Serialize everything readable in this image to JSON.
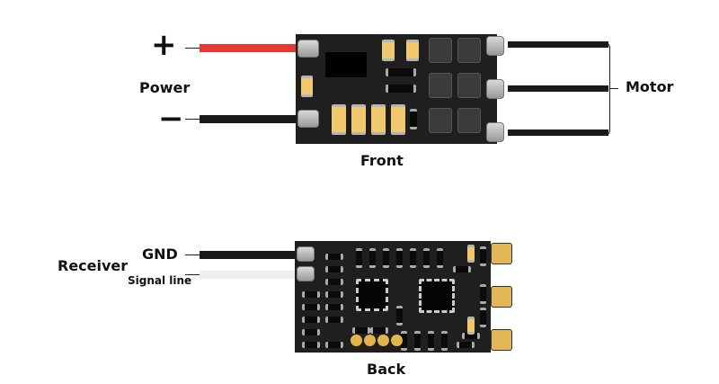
{
  "front": {
    "caption": "Front",
    "power_label": "Power",
    "plus_symbol": "+",
    "minus_symbol": "−",
    "motor_label": "Motor",
    "wire_colors": {
      "positive": "#e53935",
      "negative": "#1a1a1a",
      "motor": "#1a1a1a"
    }
  },
  "back": {
    "caption": "Back",
    "receiver_label": "Receiver",
    "gnd_label": "GND",
    "signal_label": "Signal line",
    "wire_colors": {
      "gnd": "#1a1a1a",
      "signal": "#eeeeee"
    }
  },
  "colors": {
    "pcb": "#1f1f1f",
    "gold_pad": "#e2b656"
  }
}
